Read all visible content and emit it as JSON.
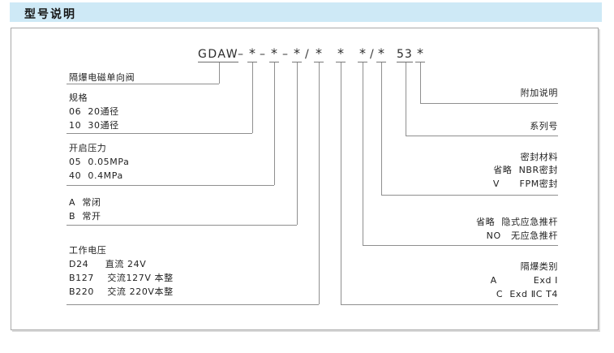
{
  "header": {
    "title": "型号说明"
  },
  "colors": {
    "band_bg": "#cee9f6",
    "connector_line": "#8f8f8f",
    "text": "#2a2a2a"
  },
  "model_code": {
    "parts": [
      "GDAW",
      "–",
      "*",
      "–",
      "*",
      "–",
      "*",
      "/",
      "*",
      "*",
      "*",
      "/",
      "*",
      "53",
      "*"
    ]
  },
  "left_groups": [
    {
      "name": "product-name",
      "lines": [
        "隔爆电磁单向阀"
      ]
    },
    {
      "name": "specification",
      "lines": [
        "规格",
        "06  20通径",
        "10  30通径"
      ]
    },
    {
      "name": "opening-pressure",
      "lines": [
        "开启压力",
        "05  0.05MPa",
        "40  0.4MPa"
      ]
    },
    {
      "name": "valve-normal-state",
      "lines": [
        "A  常闭",
        "B  常开"
      ]
    },
    {
      "name": "working-voltage",
      "lines": [
        "工作电压",
        "D24     直流 24V",
        "B127    交流127V 本整",
        "B220    交流 220V本整"
      ]
    }
  ],
  "right_groups": [
    {
      "name": "additional-notes",
      "lines": [
        "附加说明"
      ]
    },
    {
      "name": "series-number",
      "lines": [
        "系列号"
      ]
    },
    {
      "name": "seal-material",
      "lines": [
        "密封材料",
        "省略  NBR密封",
        "V      FPM密封"
      ]
    },
    {
      "name": "emergency-push-rod",
      "lines": [
        "省略  隐式应急推杆",
        "NO   无应急推杆"
      ]
    },
    {
      "name": "explosion-proof-category",
      "lines": [
        "隔爆类别",
        "A           Exd Ⅰ",
        "C  Exd ⅡC T4"
      ]
    }
  ]
}
